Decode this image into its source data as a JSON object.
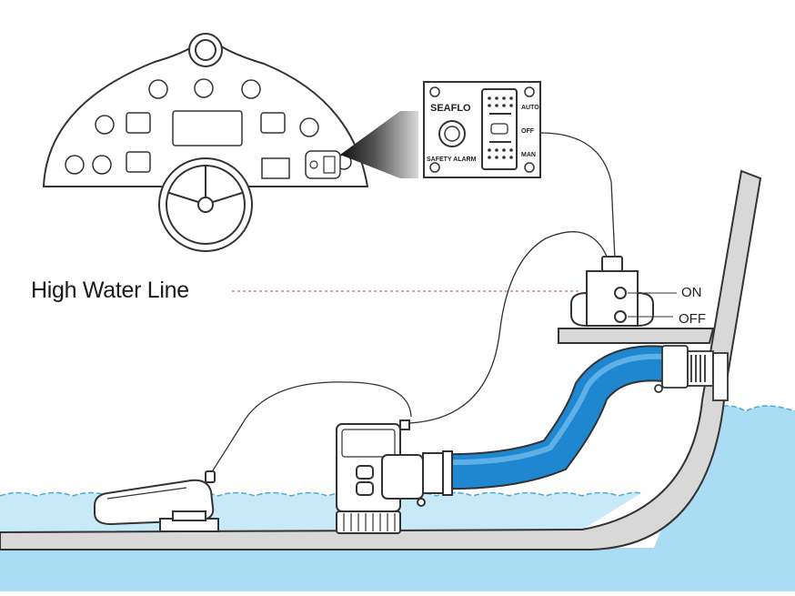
{
  "labels": {
    "high_water_line": "High Water Line",
    "float_on": "ON",
    "float_off": "OFF"
  },
  "panel": {
    "brand": "SEAFLO",
    "safety_alarm": "SAFETY ALARM",
    "mode_auto": "AUTO",
    "mode_off": "OFF",
    "mode_man": "MAN"
  },
  "colors": {
    "water": "#aadcf3",
    "water_surface": "#4fa8d8",
    "hose": "#1f86d0",
    "hose_dark": "#136aa8",
    "hull": "#d8d8d8",
    "outline": "#333333",
    "dashed_line": "#cc4444"
  }
}
